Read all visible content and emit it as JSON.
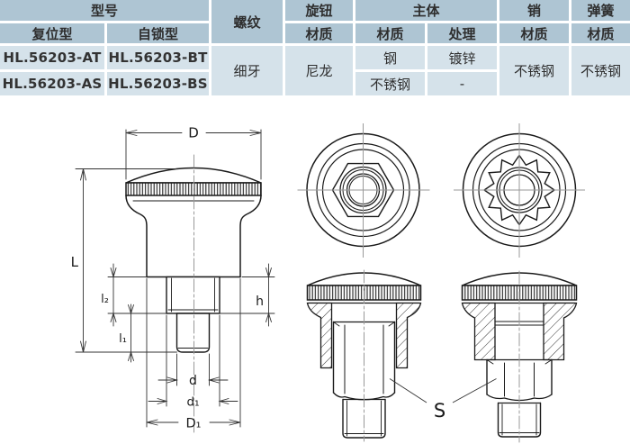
{
  "table": {
    "header_row1": {
      "model": "型号",
      "thread": "螺纹",
      "knob": "旋钮",
      "body": "主体",
      "pin": "销",
      "spring": "弹簧"
    },
    "header_row2": {
      "reset": "复位型",
      "selflock": "自锁型",
      "knob_mat": "材质",
      "body_mat": "材质",
      "body_finish": "处理",
      "pin_mat": "材质",
      "spring_mat": "材质"
    },
    "data": {
      "models": [
        [
          "HL.56203-AT",
          "HL.56203-BT"
        ],
        [
          "HL.56203-AS",
          "HL.56203-BS"
        ]
      ],
      "thread": "细牙",
      "knob_material": "尼龙",
      "body_rows": [
        {
          "material": "钢",
          "finish": "镀锌"
        },
        {
          "material": "不锈钢",
          "finish": "-"
        }
      ],
      "pin_material": "不锈钢",
      "spring_material": "不锈钢"
    },
    "colors": {
      "header_bg": "#aec5d3",
      "data_bg": "#d5e2ea",
      "gap": "#ffffff",
      "text": "#2e2e2e"
    }
  },
  "drawing": {
    "labels": {
      "D": "D",
      "L": "L",
      "l2": "l₂",
      "l1": "l₁",
      "h": "h",
      "d": "d",
      "d1": "d₁",
      "D1": "D₁",
      "S": "S"
    },
    "colors": {
      "outline": "#1a1a1a",
      "dimension": "#333333",
      "centerline": "#999999"
    }
  }
}
